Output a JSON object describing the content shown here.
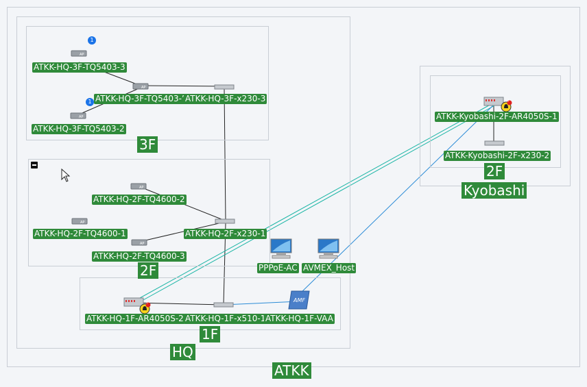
{
  "groups": {
    "atkk": "ATKK",
    "hq": "HQ",
    "floor3": "3F",
    "floor2": "2F",
    "floor1": "1F",
    "kyobashi": "Kyobashi",
    "kyobashi_floor2": "2F"
  },
  "nodes": {
    "tq5403_3": "ATKK-HQ-3F-TQ5403-3",
    "tq5403_1": "ATKK-HQ-3F-TQ5403-’",
    "x230_3": "ATKK-HQ-3F-x230-3",
    "tq5403_2": "ATKK-HQ-3F-TQ5403-2",
    "tq4600_2": "ATKK-HQ-2F-TQ4600-2",
    "tq4600_1": "ATKK-HQ-2F-TQ4600-1",
    "x230_1": "ATKK-HQ-2F-x230-1",
    "tq4600_3": "ATKK-HQ-2F-TQ4600-3",
    "pppoe": "PPPoE-AC",
    "avmex": "AVMEX_Host",
    "ar4050s_2": "ATKK-HQ-1F-AR4050S-2",
    "x510_1": "ATKK-HQ-1F-x510-1",
    "vaa": "ATKK-HQ-1F-VAA",
    "kyo_ar4050s_1": "ATKK-Kyobashi-2F-AR4050S-1",
    "kyo_x230_2": "ATKK-Kyobashi-2F-x230-2"
  },
  "badges": {
    "tq5403_3": "1",
    "tq5403_1": "1",
    "ar4050s_2": "!",
    "kyo_ar4050s_1": "!"
  },
  "icons": {
    "ap": "AP",
    "amf": "AMF"
  },
  "colors": {
    "label_bg": "#2f8a3a",
    "link_black": "#222222",
    "link_teal": "#1bb5a5",
    "link_blue": "#2a8bd6",
    "badge_blue": "#1a73e8"
  }
}
